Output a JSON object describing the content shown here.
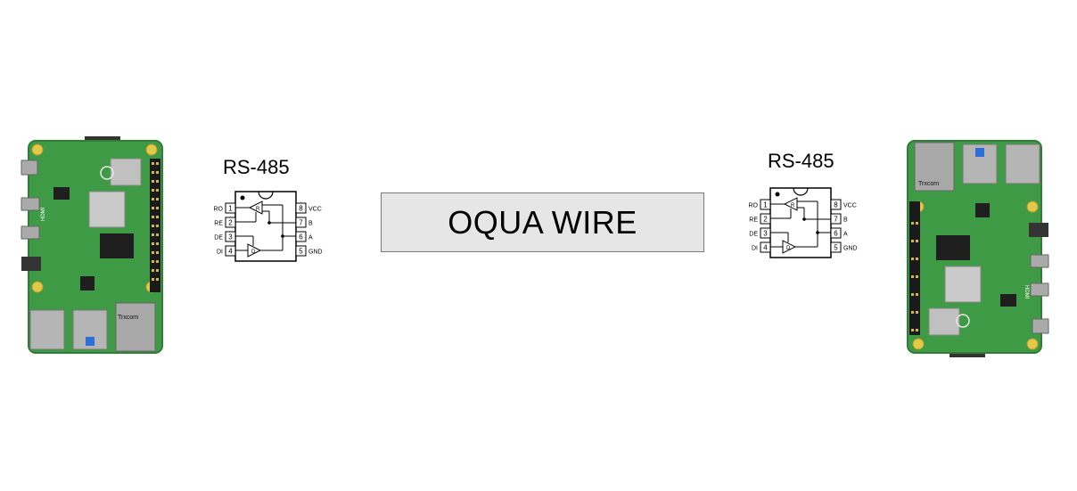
{
  "left_chip": {
    "title": "RS-485",
    "pins_left": [
      {
        "num": "1",
        "label": "RO"
      },
      {
        "num": "2",
        "label": "RE"
      },
      {
        "num": "3",
        "label": "DE"
      },
      {
        "num": "4",
        "label": "DI"
      }
    ],
    "pins_right": [
      {
        "num": "8",
        "label": "VCC"
      },
      {
        "num": "7",
        "label": "B"
      },
      {
        "num": "6",
        "label": "A"
      },
      {
        "num": "5",
        "label": "GND"
      }
    ],
    "receiver_letter": "R",
    "driver_letter": "D"
  },
  "right_chip": {
    "title": "RS-485",
    "pins_left": [
      {
        "num": "1",
        "label": "RO"
      },
      {
        "num": "2",
        "label": "RE"
      },
      {
        "num": "3",
        "label": "DE"
      },
      {
        "num": "4",
        "label": "DI"
      }
    ],
    "pins_right": [
      {
        "num": "8",
        "label": "VCC"
      },
      {
        "num": "7",
        "label": "B"
      },
      {
        "num": "6",
        "label": "A"
      },
      {
        "num": "5",
        "label": "GND"
      }
    ],
    "receiver_letter": "R",
    "driver_letter": "D"
  },
  "wire": {
    "label": "OQUA WIRE"
  },
  "boards": {
    "left": {
      "marking_brand": "Trxcom",
      "marking_hdmi": "HDMI"
    },
    "right": {
      "marking_brand": "Trxcom",
      "marking_hdmi": "HDMI"
    }
  },
  "colors": {
    "pcb": "#3f9a45",
    "pcb_dark": "#2f7d36",
    "metal": "#b8b8b8",
    "chip": "#1f1f1f",
    "wire_fill": "#e6e6e6"
  }
}
